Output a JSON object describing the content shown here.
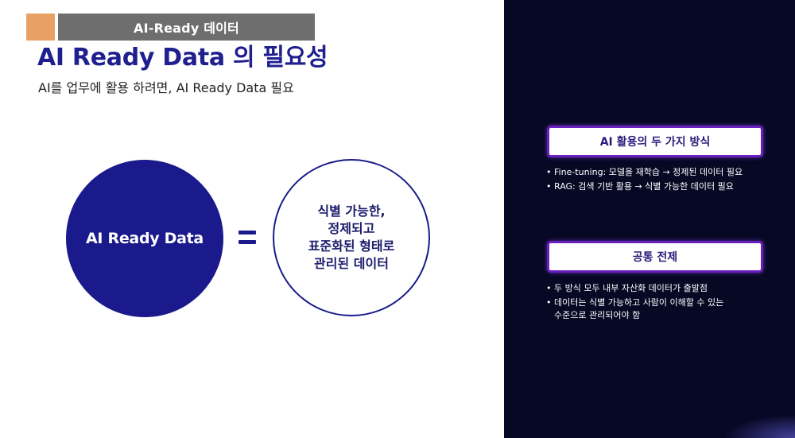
{
  "header": {
    "tab_label": "AI-Ready 데이터",
    "accent_color": "#e8a164"
  },
  "title": "AI Ready Data 의 필요성",
  "subtitle": "AI를 업무에 활용 하려면, AI Ready Data 필요",
  "equation": {
    "left_circle_text": "AI Ready Data",
    "equals_symbol": "=",
    "right_circle_text": "식별 가능한,\n정제되고\n표준화된 형태로\n관리된 데이터"
  },
  "panel": {
    "section1": {
      "title": "AI 활용의 두 가지 방식",
      "bullets": [
        "Fine-tuning: 모델을 재학습 → 정제된 데이터 필요",
        "RAG: 검색 기반 활용 → 식별 가능한 데이터 필요"
      ]
    },
    "section2": {
      "title": "공통 전제",
      "bullets": [
        "두 방식 모두 내부 자산화 데이터가 출발점",
        "데이터는 식별 가능하고 사람이 이해할 수 있는\n수준으로 관리되어야 함"
      ]
    }
  },
  "colors": {
    "brand_navy": "#1a1a8c",
    "panel_bg": "#060824",
    "box_border": "#6a1fbf"
  }
}
